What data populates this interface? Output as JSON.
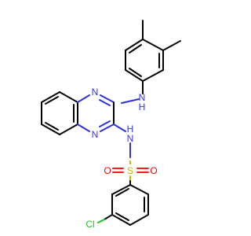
{
  "molecule": {
    "atoms": {
      "n_amine_top": {
        "label": "N",
        "color": "#3333ff"
      },
      "h_amine_top": {
        "label": "H",
        "color": "#3333ff"
      },
      "n_ring_upper": {
        "label": "N",
        "color": "#3333ff"
      },
      "n_ring_lower": {
        "label": "N",
        "color": "#3333ff"
      },
      "n_sulfonamide": {
        "label": "N",
        "color": "#3333ff"
      },
      "h_sulfonamide": {
        "label": "H",
        "color": "#3333ff"
      },
      "sulfur": {
        "label": "S",
        "color": "#c9b200"
      },
      "oxygen_left": {
        "label": "O",
        "color": "#ff0000"
      },
      "oxygen_right": {
        "label": "O",
        "color": "#ff0000"
      },
      "chlorine": {
        "label": "Cl",
        "color": "#1fbf1f"
      }
    }
  }
}
